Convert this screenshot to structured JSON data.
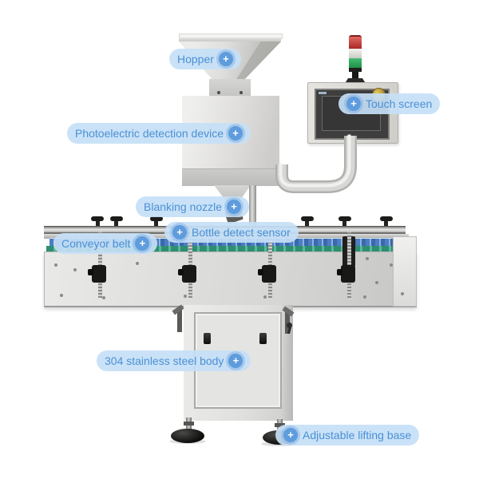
{
  "icons": {
    "plus": "+"
  },
  "labels": [
    {
      "id": "hopper",
      "text": "Hopper",
      "plus_side": "right"
    },
    {
      "id": "touch-screen",
      "text": "Touch screen",
      "plus_side": "left"
    },
    {
      "id": "photoelectric-detection-device",
      "text": "Photoelectric detection device",
      "plus_side": "right"
    },
    {
      "id": "blanking-nozzle",
      "text": "Blanking nozzle",
      "plus_side": "right"
    },
    {
      "id": "bottle-detect-sensor",
      "text": "Bottle detect sensor",
      "plus_side": "left"
    },
    {
      "id": "conveyor-belt",
      "text": "Conveyor belt",
      "plus_side": "right"
    },
    {
      "id": "stainless-steel-body",
      "text": "304 stainless steel body",
      "plus_side": "right"
    },
    {
      "id": "adjustable-lifting-base",
      "text": "Adjustable lifting base",
      "plus_side": "left"
    }
  ],
  "colors": {
    "label_background": "#c6dff6",
    "label_text": "#4a90d6",
    "plus_button": "#5e9cdd",
    "tower_light_red": "#c43b36",
    "tower_light_white": "#e8e8e4",
    "tower_light_green": "#2fa257",
    "belt_green": "#2e8e71",
    "bottles_blue": "#4d7ec2",
    "machine_gray": "#d9d9d7"
  }
}
